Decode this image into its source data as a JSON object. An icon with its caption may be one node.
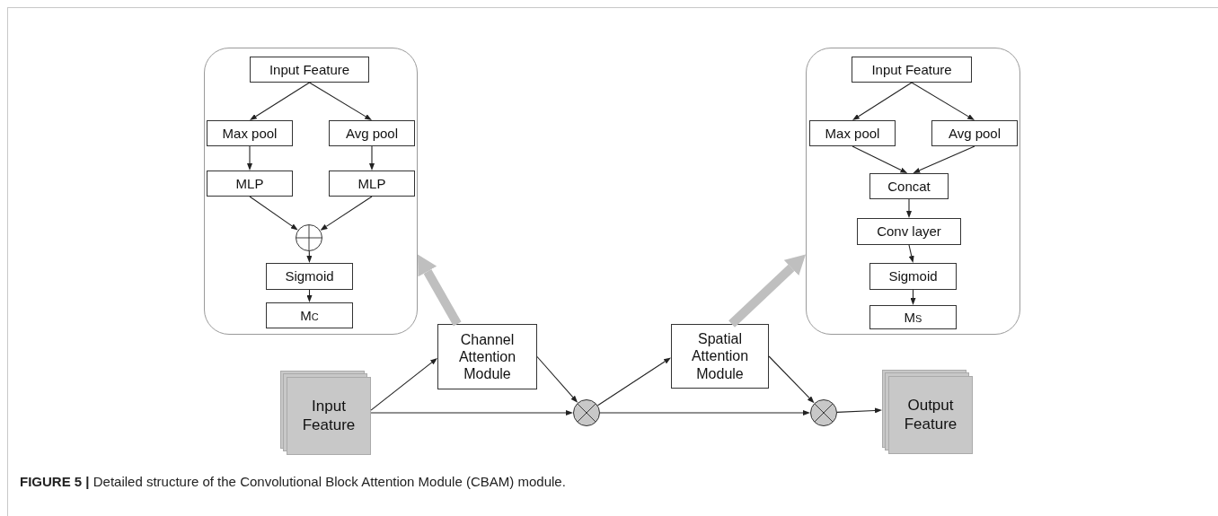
{
  "diagram": {
    "caption": "**FIGURE 5 |** Detailed structure of the Convolutional Block Attention Module (CBAM) module.",
    "nodes": [
      {
        "text": [],
        "shape": "box"
      },
      {
        "text": [
          "Input Feature"
        ],
        "in": 0
      },
      {
        "text": [
          "Max pool"
        ],
        "in": 0
      },
      {
        "text": [
          "Avg pool"
        ],
        "in": 0
      },
      {
        "text": [
          "MLP"
        ],
        "in": 0
      },
      {
        "text": [
          "MLP"
        ],
        "in": 0
      },
      {
        "text": [],
        "shape": "circle",
        "in": 0
      },
      {
        "text": [
          "Sigmoid"
        ],
        "in": 0
      },
      {
        "text": [
          "Mc"
        ],
        "in": 0
      },
      {
        "text": [],
        "shape": "box"
      },
      {
        "text": [
          "Input Feature"
        ],
        "in": 9
      },
      {
        "text": [
          "Max pool"
        ],
        "in": 9
      },
      {
        "text": [
          "Avg pool"
        ],
        "in": 9
      },
      {
        "text": [
          "Concat"
        ],
        "in": 9
      },
      {
        "text": [
          "Conv layer"
        ],
        "in": 9
      },
      {
        "text": [
          "Sigmoid"
        ],
        "in": 9
      },
      {
        "text": [
          "Ms"
        ],
        "in": 9
      },
      {
        "text": [
          "Input Feature"
        ]
      },
      {
        "text": [
          "Channel Attention Module"
        ]
      },
      {
        "text": [],
        "shape": "circle"
      },
      {
        "text": [
          "Spatial Attention Module"
        ]
      },
      {
        "text": [],
        "shape": "circle"
      },
      {
        "text": [
          "Output Feature"
        ]
      }
    ],
    "edges": [
      {
        "from": 1,
        "to": 2,
        "arrow": "to"
      },
      {
        "from": 1,
        "to": 3,
        "arrow": "to"
      },
      {
        "from": 2,
        "to": 4,
        "arrow": "to"
      },
      {
        "from": 3,
        "to": 5,
        "arrow": "to"
      },
      {
        "from": 4,
        "to": 6,
        "arrow": "to"
      },
      {
        "from": 5,
        "to": 6,
        "arrow": "to"
      },
      {
        "from": 6,
        "to": 7,
        "arrow": "to"
      },
      {
        "from": 7,
        "to": 8,
        "arrow": "to"
      },
      {
        "from": 10,
        "to": 11,
        "arrow": "to"
      },
      {
        "from": 10,
        "to": 12,
        "arrow": "to"
      },
      {
        "from": 11,
        "to": 13,
        "arrow": "to"
      },
      {
        "from": 12,
        "to": 13,
        "arrow": "to"
      },
      {
        "from": 13,
        "to": 14,
        "arrow": "to"
      },
      {
        "from": 14,
        "to": 15,
        "arrow": "to"
      },
      {
        "from": 15,
        "to": 16,
        "arrow": "to"
      },
      {
        "from": 17,
        "to": 18,
        "arrow": "to"
      },
      {
        "from": 17,
        "to": 19,
        "arrow": "to"
      },
      {
        "from": 18,
        "to": 19,
        "arrow": "to"
      },
      {
        "from": 19,
        "to": 20,
        "arrow": "to"
      },
      {
        "from": 19,
        "to": 21,
        "arrow": "to"
      },
      {
        "from": 20,
        "to": 21,
        "arrow": "to"
      },
      {
        "from": 21,
        "to": 22,
        "arrow": "to"
      },
      {
        "from": 18,
        "to": 0,
        "arrow": "to",
        "style": "thick",
        "color": "#bfbfbf"
      },
      {
        "from": 20,
        "to": 9,
        "arrow": "to",
        "style": "thick",
        "color": "#bfbfbf"
      }
    ]
  }
}
